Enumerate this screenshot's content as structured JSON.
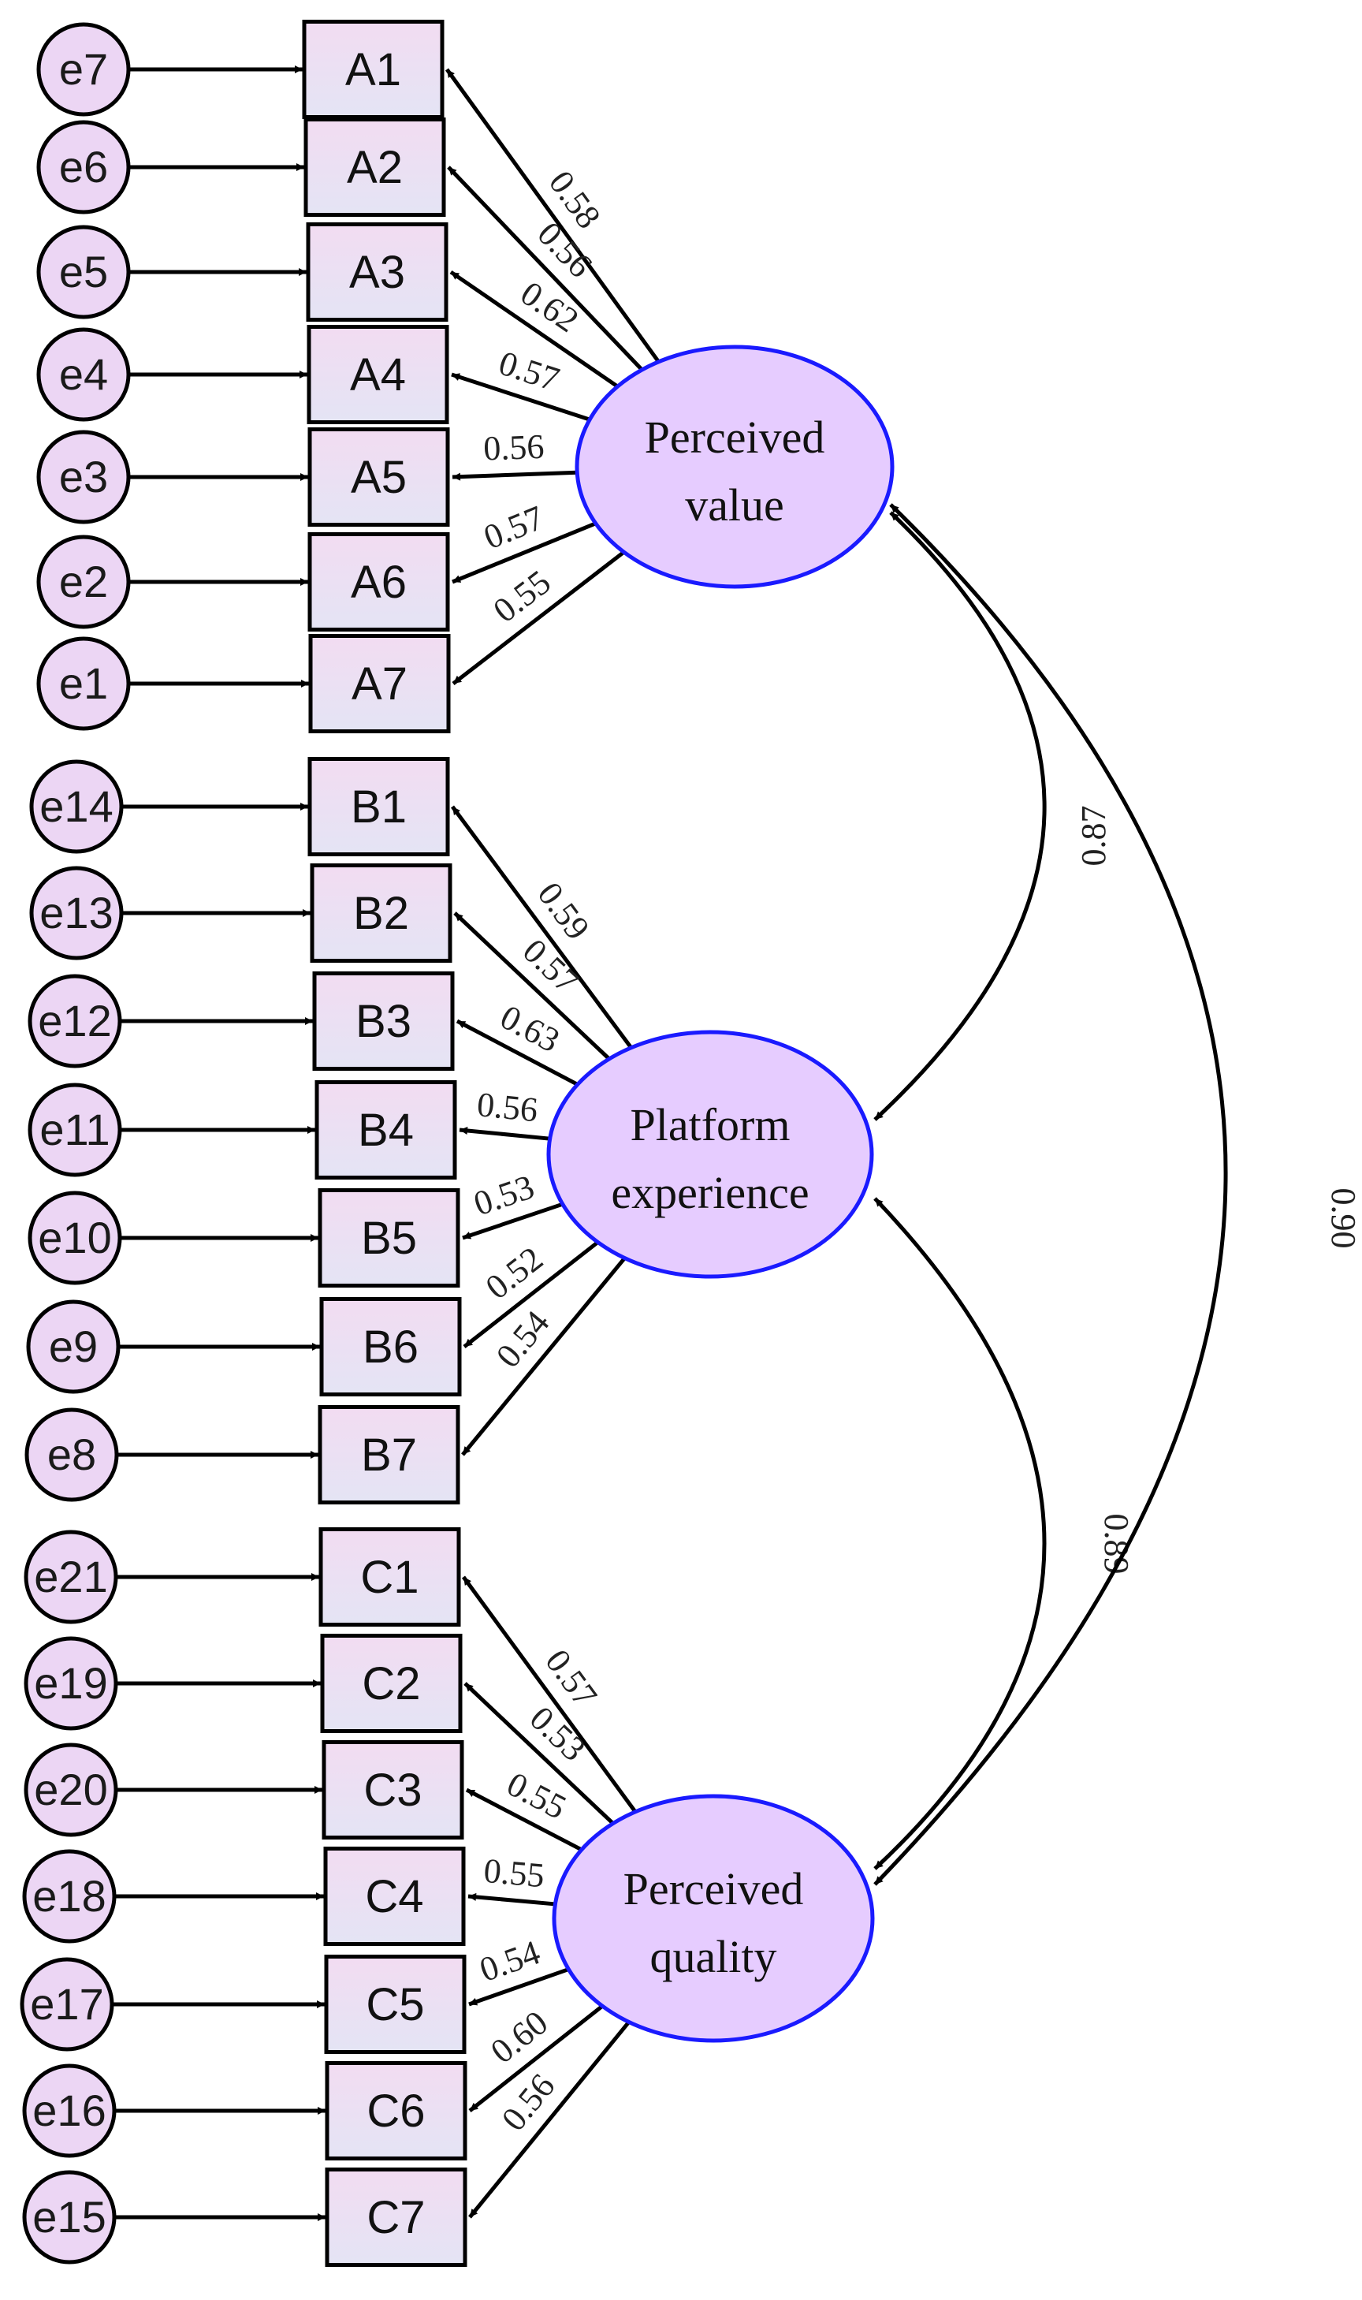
{
  "colors": {
    "ellipse_fill": "#e6ccff",
    "ellipse_stroke": "#1a1aff",
    "box_fill_top": "#f2dcf2",
    "box_fill_bottom": "#e4e4f4",
    "error_fill": "#ecd6f4",
    "line": "#000000",
    "coef_text": "#222222"
  },
  "factors": [
    {
      "id": "pv",
      "label_lines": [
        "Perceived",
        "value"
      ],
      "indicators": [
        {
          "name": "A1",
          "error": "e7",
          "loading": "0.58"
        },
        {
          "name": "A2",
          "error": "e6",
          "loading": "0.56"
        },
        {
          "name": "A3",
          "error": "e5",
          "loading": "0.62"
        },
        {
          "name": "A4",
          "error": "e4",
          "loading": "0.57"
        },
        {
          "name": "A5",
          "error": "e3",
          "loading": "0.56"
        },
        {
          "name": "A6",
          "error": "e2",
          "loading": "0.57"
        },
        {
          "name": "A7",
          "error": "e1",
          "loading": "0.55"
        }
      ]
    },
    {
      "id": "pe",
      "label_lines": [
        "Platform",
        "experience"
      ],
      "indicators": [
        {
          "name": "B1",
          "error": "e14",
          "loading": "0.59"
        },
        {
          "name": "B2",
          "error": "e13",
          "loading": "0.57"
        },
        {
          "name": "B3",
          "error": "e12",
          "loading": "0.63"
        },
        {
          "name": "B4",
          "error": "e11",
          "loading": "0.56"
        },
        {
          "name": "B5",
          "error": "e10",
          "loading": "0.53"
        },
        {
          "name": "B6",
          "error": "e9",
          "loading": "0.52"
        },
        {
          "name": "B7",
          "error": "e8",
          "loading": "0.54"
        }
      ]
    },
    {
      "id": "pq",
      "label_lines": [
        "Perceived",
        "quality"
      ],
      "indicators": [
        {
          "name": "C1",
          "error": "e21",
          "loading": "0.57"
        },
        {
          "name": "C2",
          "error": "e19",
          "loading": "0.53"
        },
        {
          "name": "C3",
          "error": "e20",
          "loading": "0.55"
        },
        {
          "name": "C4",
          "error": "e18",
          "loading": "0.55"
        },
        {
          "name": "C5",
          "error": "e17",
          "loading": "0.54"
        },
        {
          "name": "C6",
          "error": "e16",
          "loading": "0.60"
        },
        {
          "name": "C7",
          "error": "e15",
          "loading": "0.56"
        }
      ]
    }
  ],
  "correlations": [
    {
      "from": "pv",
      "to": "pe",
      "value": "0.87"
    },
    {
      "from": "pe",
      "to": "pq",
      "value": "0.89"
    },
    {
      "from": "pv",
      "to": "pq",
      "value": "0.90"
    }
  ]
}
